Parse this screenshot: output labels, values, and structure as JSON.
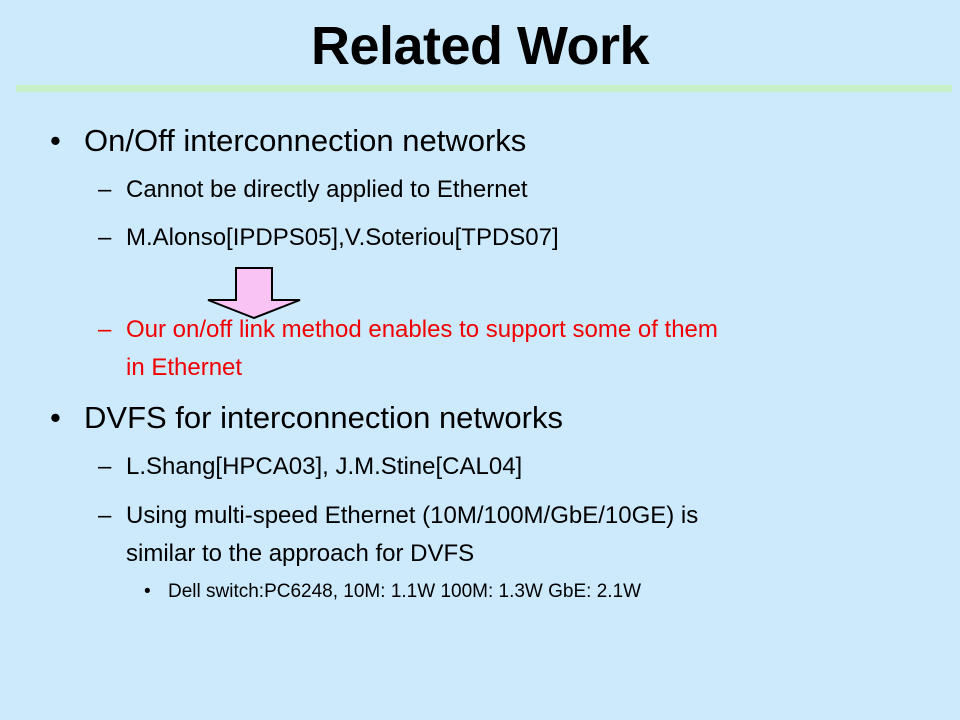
{
  "slide": {
    "title": "Related Work",
    "bullets": [
      {
        "marker": "•",
        "text": "On/Off interconnection networks",
        "subitems": [
          {
            "marker": "–",
            "text": "Cannot be directly applied to Ethernet"
          },
          {
            "marker": "–",
            "text": "M.Alonso[IPDPS05],V.Soteriou[TPDS07]"
          },
          {
            "marker": "–",
            "lines": [
              "Our on/off link method enables to support some of them",
              "in Ethernet"
            ],
            "color": "#f00000"
          }
        ]
      },
      {
        "marker": "•",
        "text": "DVFS for interconnection networks",
        "subitems": [
          {
            "marker": "–",
            "text": "L.Shang[HPCA03], J.M.Stine[CAL04]"
          },
          {
            "marker": "–",
            "lines": [
              "Using multi-speed Ethernet (10M/100M/GbE/10GE) is",
              "similar to the approach for DVFS"
            ]
          }
        ],
        "subsubitems": [
          {
            "marker": "•",
            "text": "Dell switch:PC6248, 10M: 1.1W 100M: 1.3W  GbE: 2.1W"
          }
        ]
      }
    ],
    "arrow": {
      "icon": "down-arrow-icon",
      "fill": "#f9c4f4",
      "stroke": "#000000"
    }
  }
}
